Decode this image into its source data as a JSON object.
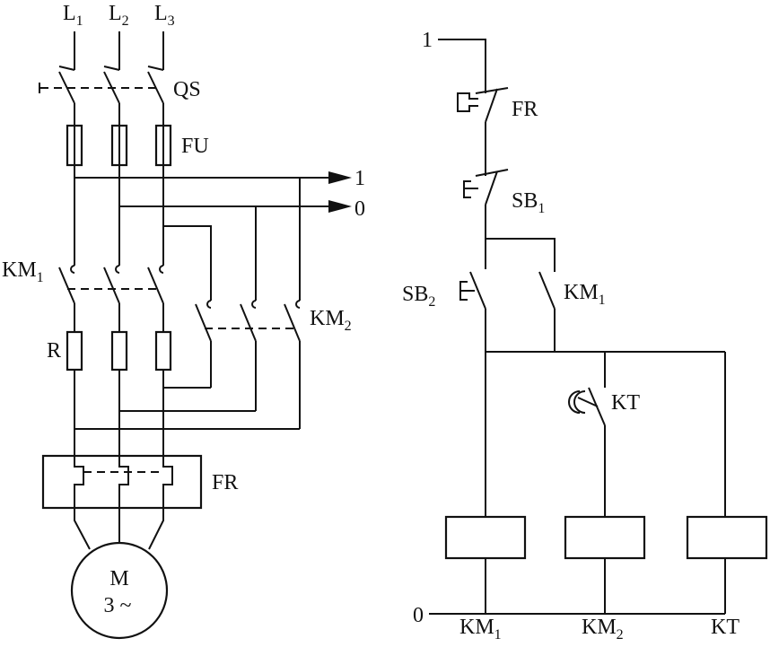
{
  "power_circuit": {
    "phases": [
      {
        "main": "L",
        "sub": "1"
      },
      {
        "main": "L",
        "sub": "2"
      },
      {
        "main": "L",
        "sub": "3"
      }
    ],
    "switch": {
      "main": "QS",
      "sub": ""
    },
    "fuse": {
      "main": "FU",
      "sub": ""
    },
    "contactor_1": {
      "main": "KM",
      "sub": "1"
    },
    "contactor_2": {
      "main": "KM",
      "sub": "2"
    },
    "resistor": {
      "main": "R",
      "sub": ""
    },
    "overload": {
      "main": "FR",
      "sub": ""
    },
    "motor": {
      "line1": "M",
      "line2": "3 ~"
    },
    "tap_1": {
      "main": "1",
      "sub": ""
    },
    "tap_0": {
      "main": "0",
      "sub": ""
    }
  },
  "control_circuit": {
    "node_1": {
      "main": "1",
      "sub": ""
    },
    "node_0": {
      "main": "0",
      "sub": ""
    },
    "overload_contact": {
      "main": "FR",
      "sub": ""
    },
    "stop_button": {
      "main": "SB",
      "sub": "1"
    },
    "start_button": {
      "main": "SB",
      "sub": "2"
    },
    "hold_contact": {
      "main": "KM",
      "sub": "1"
    },
    "timer_contact": {
      "main": "KT",
      "sub": ""
    },
    "coils": [
      {
        "main": "KM",
        "sub": "1"
      },
      {
        "main": "KM",
        "sub": "2"
      },
      {
        "main": "KT",
        "sub": ""
      }
    ]
  }
}
